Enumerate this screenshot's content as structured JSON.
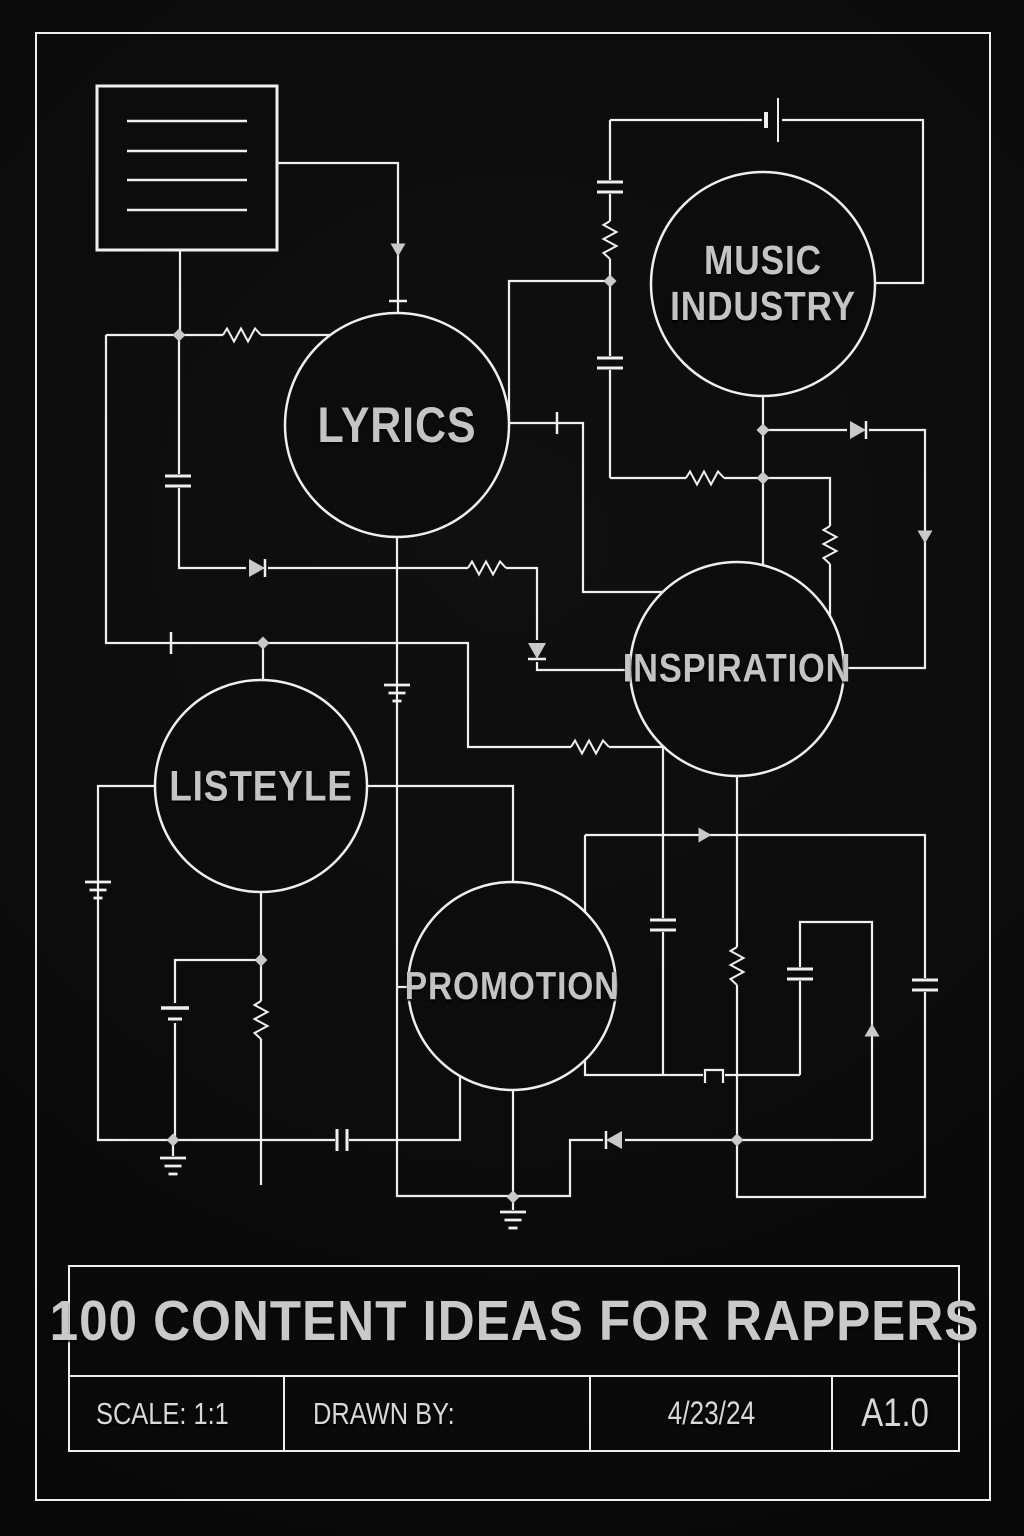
{
  "poster": {
    "background_color": "#0c0c0c",
    "line_color": "#efefef",
    "accent_gray": "#c9c9c9"
  },
  "nodes": [
    {
      "id": "lyrics",
      "lines": [
        "LYRICS"
      ]
    },
    {
      "id": "music-industry",
      "lines": [
        "MUSIC",
        "INDUSTRY"
      ]
    },
    {
      "id": "inspiration",
      "lines": [
        "INSPIRATION"
      ]
    },
    {
      "id": "listeyle",
      "lines": [
        "LISTEYLE"
      ]
    },
    {
      "id": "promotion",
      "lines": [
        "PROMOTION"
      ]
    }
  ],
  "title_block": {
    "title": "100 CONTENT IDEAS FOR RAPPERS",
    "scale_label": "SCALE: 1:1",
    "drawn_by_label": "DRAWN BY:",
    "date": "4/23/24",
    "revision": "A1.0"
  }
}
